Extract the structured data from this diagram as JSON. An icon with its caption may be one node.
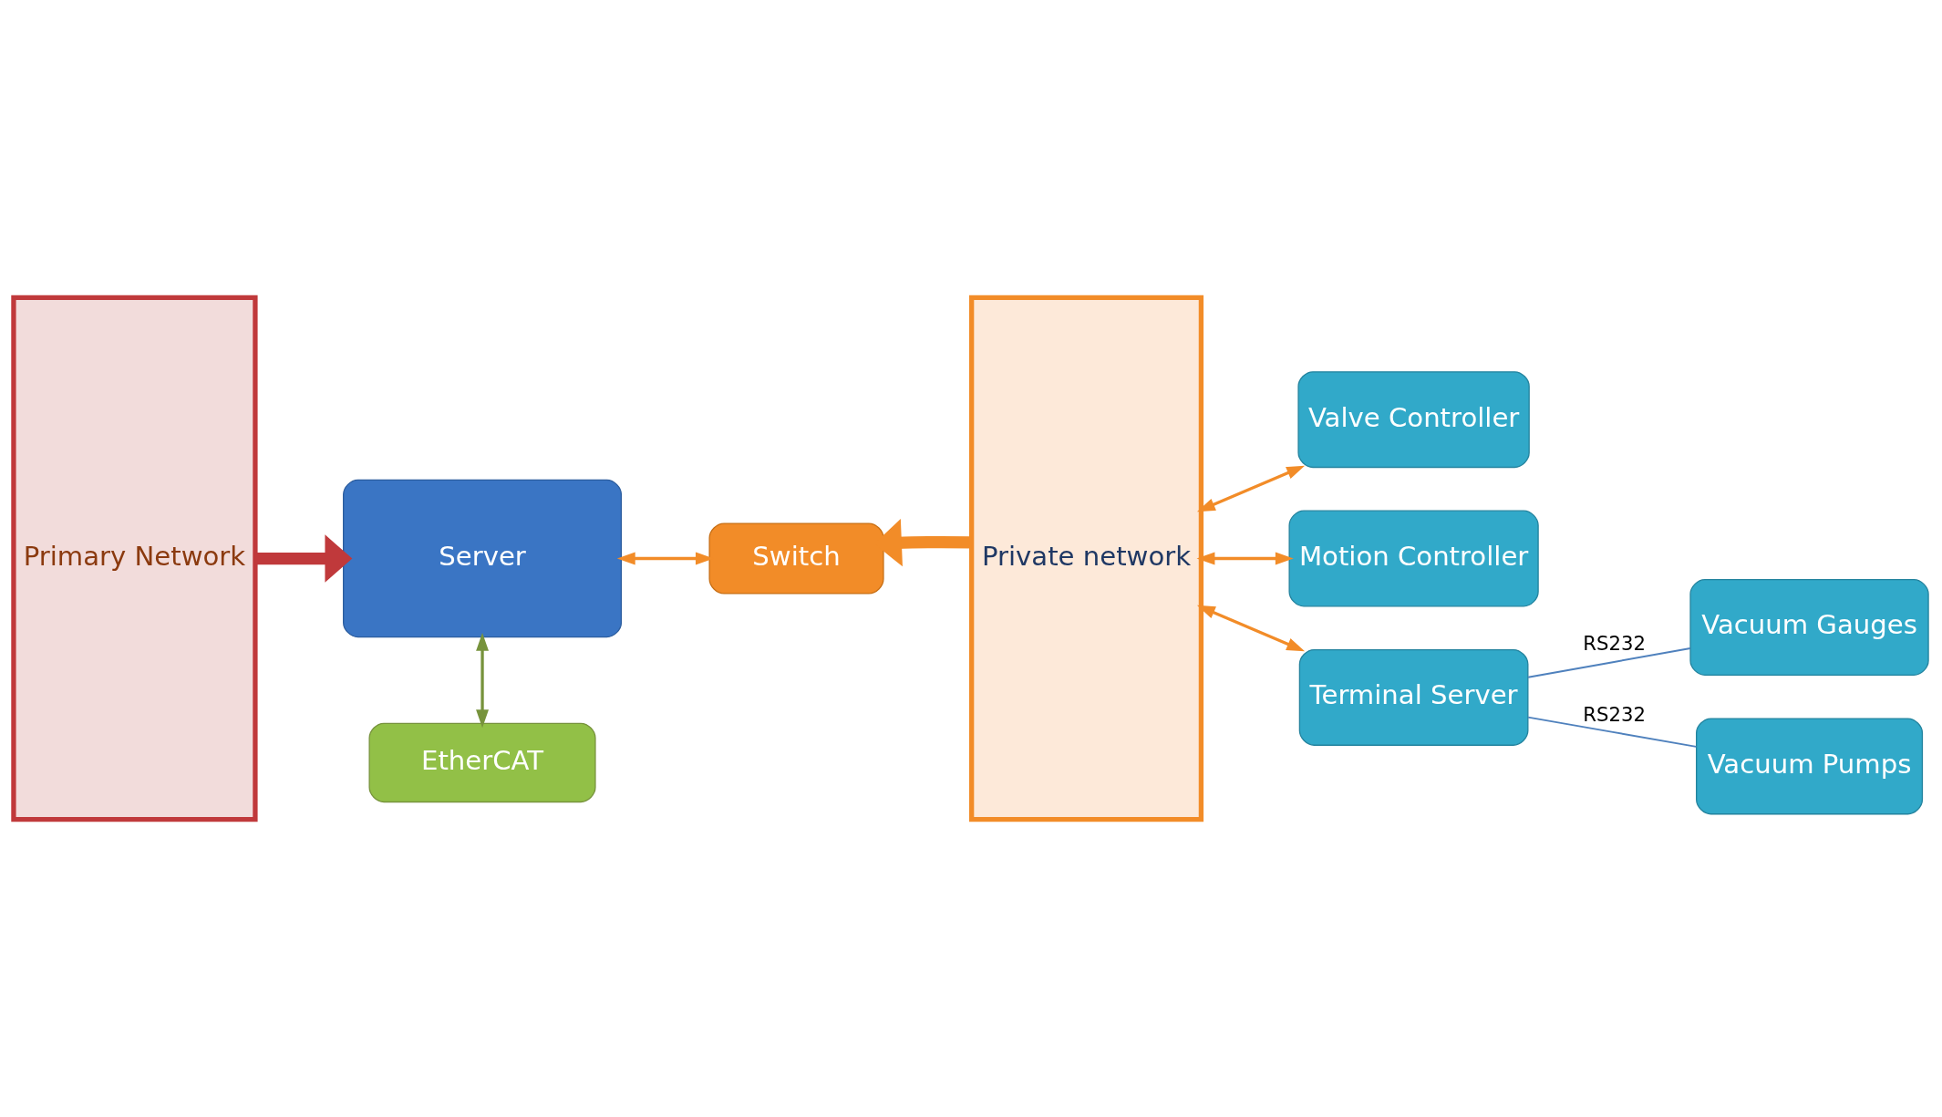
{
  "diagram": {
    "nodes": [
      {
        "text": [
          "Primary Network"
        ]
      },
      {
        "text": [
          "Server"
        ]
      },
      {
        "text": [
          "Switch"
        ]
      },
      {
        "text": [
          "Private network"
        ]
      },
      {
        "text": [
          "Valve Controller"
        ]
      },
      {
        "text": [
          "Motion Controller"
        ]
      },
      {
        "text": [
          "Terminal Server"
        ]
      },
      {
        "text": [
          "EtherCAT"
        ]
      },
      {
        "text": [
          "Vacuum Gauges"
        ]
      },
      {
        "text": [
          "Vacuum Pumps"
        ]
      }
    ],
    "edges": [
      {
        "from": 0,
        "to": 1,
        "arrow": "to",
        "style": "thick",
        "color": "#c0393b"
      },
      {
        "from": 1,
        "to": 2,
        "arrow": "both"
      },
      {
        "from": 3,
        "to": 2,
        "arrow": "to",
        "style": "thick"
      },
      {
        "from": 3,
        "to": 4,
        "arrow": "both"
      },
      {
        "from": 3,
        "to": 5,
        "arrow": "both"
      },
      {
        "from": 3,
        "to": 6,
        "arrow": "both"
      },
      {
        "from": 1,
        "to": 7,
        "arrow": "both",
        "color": "#77933c"
      },
      {
        "from": 6,
        "to": 8,
        "arrow": "none",
        "label": "RS232",
        "color": "#4f81bd"
      },
      {
        "from": 6,
        "to": 9,
        "arrow": "none",
        "label": "RS232",
        "color": "#4f81bd"
      }
    ]
  }
}
